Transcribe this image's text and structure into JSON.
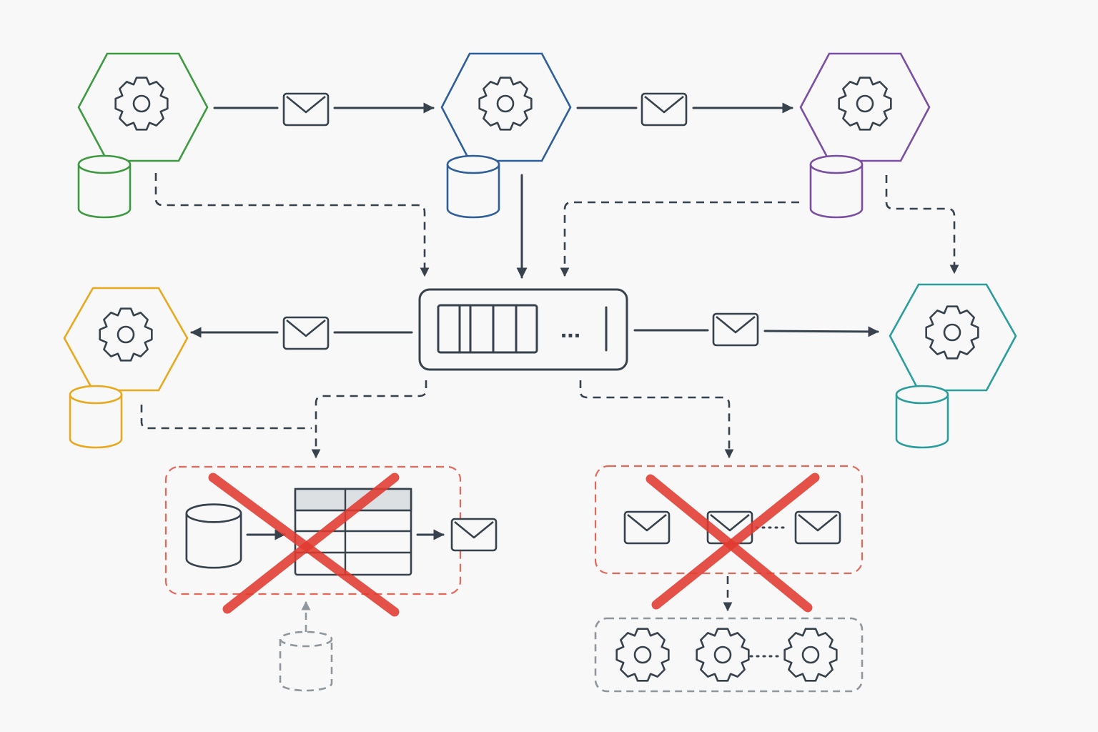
{
  "colors": {
    "order_service": "#3d9a40",
    "payment_service": "#2f5f9a",
    "inventory_service": "#7a4ea3",
    "shipping_service": "#e8a91e",
    "notification_service": "#2a9d9c",
    "line": "#37424d",
    "rejected": "#e23b30",
    "inactive": "#8f969c"
  },
  "nodes": {
    "services": [
      {
        "name": "service-top-left",
        "color_key": "order_service",
        "icon": "gear-icon",
        "has_database": true
      },
      {
        "name": "service-top-center",
        "color_key": "payment_service",
        "icon": "gear-icon",
        "has_database": true
      },
      {
        "name": "service-top-right",
        "color_key": "inventory_service",
        "icon": "gear-icon",
        "has_database": true
      },
      {
        "name": "service-middle-left",
        "color_key": "shipping_service",
        "icon": "gear-icon",
        "has_database": true
      },
      {
        "name": "service-middle-right",
        "color_key": "notification_service",
        "icon": "gear-icon",
        "has_database": true
      }
    ],
    "message_broker": {
      "icon": "queue-icon",
      "ellipsis": "..."
    },
    "rejected_patterns": [
      {
        "name": "shared-database-pattern",
        "status": "rejected",
        "icons": [
          "database-icon",
          "table-icon",
          "envelope-icon"
        ]
      },
      {
        "name": "message-chain-pattern",
        "status": "rejected",
        "icons": [
          "envelope-icon",
          "envelope-icon",
          "envelope-icon"
        ]
      }
    ],
    "worker_pool": {
      "icons": [
        "gear-icon",
        "gear-icon",
        "gear-icon"
      ],
      "ellipsis": "..."
    }
  }
}
